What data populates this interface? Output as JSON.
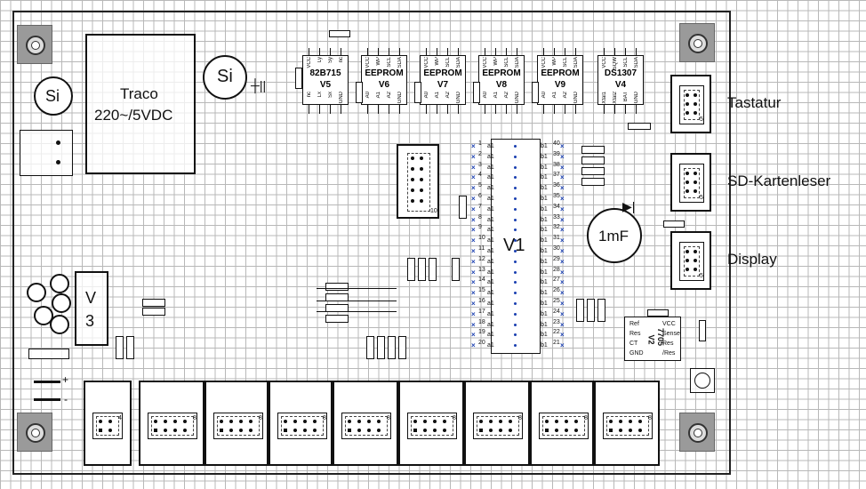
{
  "board": {
    "traco_line1": "Traco",
    "traco_line2": "220~/5VDC",
    "fuse_label": "Si",
    "fuse2_label": "Si",
    "cap_label": "1mF",
    "v3_line1": "V",
    "v3_line2": "3",
    "v1_label": "V1",
    "power_plus": "+",
    "power_minus": "-"
  },
  "chips": [
    {
      "label": "82B715",
      "sub": "V5",
      "top_pins": [
        "VCC",
        "Ly",
        "Sy",
        "nc"
      ],
      "bottom_pins": [
        "nc",
        "Lx",
        "Sx",
        "GND"
      ]
    },
    {
      "label": "EEPROM",
      "sub": "V6",
      "top_pins": [
        "VCC",
        "WP",
        "SCL",
        "SDA"
      ],
      "bottom_pins": [
        "A0",
        "A1",
        "A2",
        "GND"
      ]
    },
    {
      "label": "EEPROM",
      "sub": "V7",
      "top_pins": [
        "VCC",
        "WP",
        "SCL",
        "SDA"
      ],
      "bottom_pins": [
        "A0",
        "A1",
        "A2",
        "GND"
      ]
    },
    {
      "label": "EEPROM",
      "sub": "V8",
      "top_pins": [
        "VCC",
        "WP",
        "SCL",
        "SDA"
      ],
      "bottom_pins": [
        "A0",
        "A1",
        "A2",
        "GND"
      ]
    },
    {
      "label": "EEPROM",
      "sub": "V9",
      "top_pins": [
        "VCC",
        "WP",
        "SCL",
        "SDA"
      ],
      "bottom_pins": [
        "A0",
        "A1",
        "A2",
        "GND"
      ]
    },
    {
      "label": "DS1307",
      "sub": "V4",
      "top_pins": [
        "VCC",
        "SQW",
        "SCL",
        "SDA"
      ],
      "bottom_pins": [
        "Xtal1",
        "Xtal2",
        "BAT",
        "GND"
      ]
    }
  ],
  "connectors": [
    {
      "label": "Tastatur"
    },
    {
      "label": "SD-Kartenleser"
    },
    {
      "label": "Display"
    }
  ],
  "v2": {
    "label": "7705",
    "sub": "V2",
    "left_pins": [
      "Ref",
      "Res",
      "CT",
      "GND"
    ],
    "right_pins": [
      "VCC",
      "Sense",
      "Res",
      "/Res"
    ]
  },
  "v1_pins": {
    "left_prefix": "a1",
    "right_prefix": "b1",
    "left_numbers": [
      "1",
      "2",
      "3",
      "4",
      "5",
      "6",
      "7",
      "8",
      "9",
      "10",
      "11",
      "12",
      "13",
      "14",
      "15",
      "16",
      "17",
      "18",
      "19",
      "20"
    ],
    "right_numbers": [
      "40",
      "39",
      "38",
      "37",
      "36",
      "35",
      "34",
      "33",
      "32",
      "31",
      "30",
      "29",
      "28",
      "27",
      "26",
      "25",
      "24",
      "23",
      "22",
      "21"
    ]
  },
  "header_pin_labels": {
    "top_header": "10",
    "connector_pin": "5",
    "bottom_header_first": "4",
    "bottom_header_rest": "8"
  }
}
